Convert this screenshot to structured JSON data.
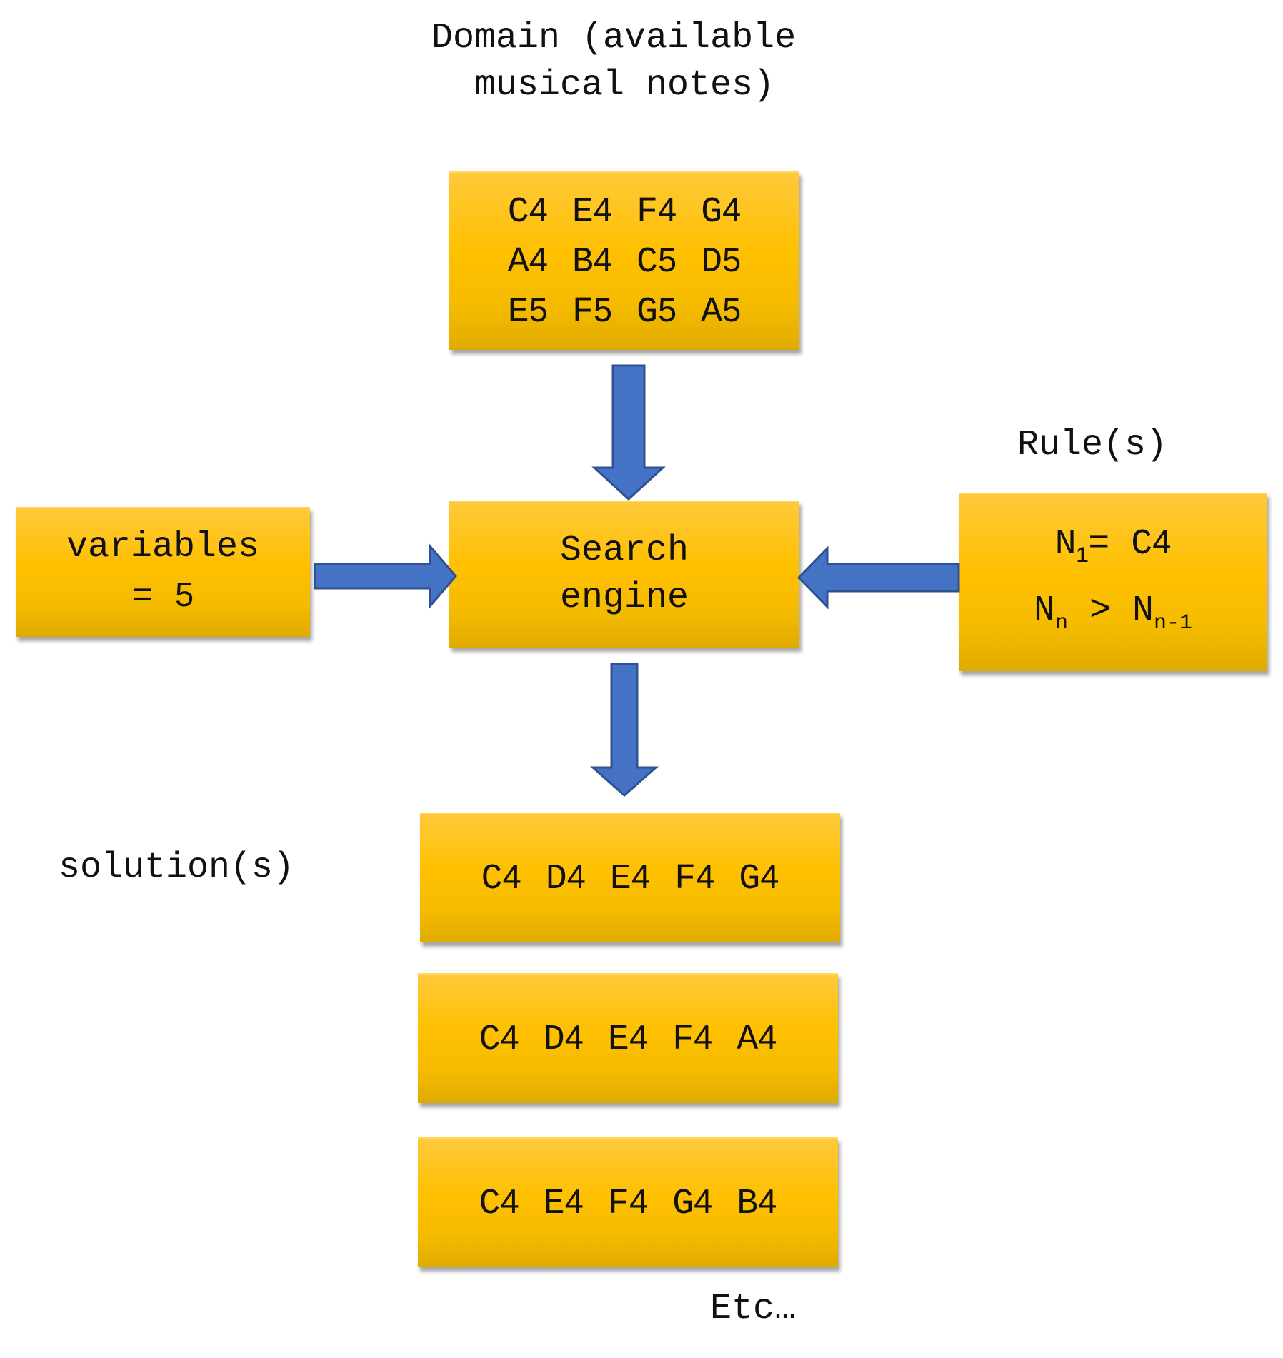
{
  "labels": {
    "domain_line1": "Domain (available",
    "domain_line2": "musical notes)",
    "rules": "Rule(s)",
    "solutions": "solution(s)",
    "etc": "Etc…"
  },
  "domain_box": {
    "rows": [
      [
        {
          "l": "C",
          "o": "4"
        },
        {
          "l": "E",
          "o": "4"
        },
        {
          "l": "F",
          "o": "4"
        },
        {
          "l": "G",
          "o": "4"
        }
      ],
      [
        {
          "l": "A",
          "o": "4"
        },
        {
          "l": "B",
          "o": "4"
        },
        {
          "l": "C",
          "o": "5"
        },
        {
          "l": "D",
          "o": "5"
        }
      ],
      [
        {
          "l": "E",
          "o": "5"
        },
        {
          "l": "F",
          "o": "5"
        },
        {
          "l": "G",
          "o": "5"
        },
        {
          "l": "A",
          "o": "5"
        }
      ]
    ]
  },
  "variables_box": {
    "line1": "variables",
    "line2": "= ",
    "value": "5"
  },
  "engine_box": {
    "line1": "Search",
    "line2": "engine"
  },
  "rules_box": {
    "rule1": {
      "var": "N",
      "sub": "1",
      "rest": "= C",
      "oct": "4"
    },
    "rule2": {
      "var": "N",
      "sub": "n",
      "op": " > ",
      "var2": "N",
      "sub2": "n-1"
    }
  },
  "solutions": [
    [
      {
        "l": "C",
        "o": "4"
      },
      {
        "l": "D",
        "o": "4"
      },
      {
        "l": "E",
        "o": "4"
      },
      {
        "l": "F",
        "o": "4"
      },
      {
        "l": "G",
        "o": "4"
      }
    ],
    [
      {
        "l": "C",
        "o": "4"
      },
      {
        "l": "D",
        "o": "4"
      },
      {
        "l": "E",
        "o": "4"
      },
      {
        "l": "F",
        "o": "4"
      },
      {
        "l": "A",
        "o": "4"
      }
    ],
    [
      {
        "l": "C",
        "o": "4"
      },
      {
        "l": "E",
        "o": "4"
      },
      {
        "l": "F",
        "o": "4"
      },
      {
        "l": "G",
        "o": "4"
      },
      {
        "l": "B",
        "o": "4"
      }
    ]
  ],
  "colors": {
    "box_fill": "#ffc000",
    "arrow_fill": "#4472c4",
    "arrow_stroke": "#2f528f"
  }
}
